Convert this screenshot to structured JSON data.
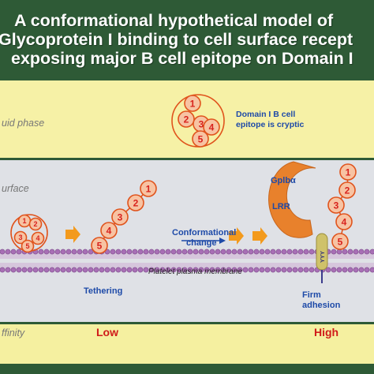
{
  "title": {
    "line1": "A conformational hypothetical model of",
    "line2": "Glycoprotein I binding to cell surface recept",
    "line3": "exposing major B cell epitope on Domain I"
  },
  "labels": {
    "fluid_phase": "uid phase",
    "surface": "urface",
    "affinity": "ffinity",
    "epitope_line1": "Domain I B cell",
    "epitope_line2": "epitope is cryptic",
    "gplb": "Gplbα",
    "lrr": "LRR",
    "yyy": "YYY",
    "conf_line1": "Conformational",
    "conf_line2": "change",
    "membrane": "Platelet plasma membrane",
    "tethering": "Tethering",
    "firm_line1": "Firm",
    "firm_line2": "adhesion",
    "low": "Low",
    "high": "High"
  },
  "domains": [
    "1",
    "2",
    "3",
    "4",
    "5"
  ],
  "colors": {
    "background": "#2e5a36",
    "fluid_band": "#f6f1a6",
    "surface_band": "#dfe1e6",
    "affinity_band": "#f5f0a0",
    "domain_fill": "#f7c3a3",
    "domain_stroke": "#e0531c",
    "domain_text": "#d8231e",
    "arrow": "#f39a1d",
    "label_blue": "#1e4aa8",
    "membrane_head": "#a86fb5",
    "receptor": "#e8812c",
    "low_high": "#d01a1a"
  }
}
